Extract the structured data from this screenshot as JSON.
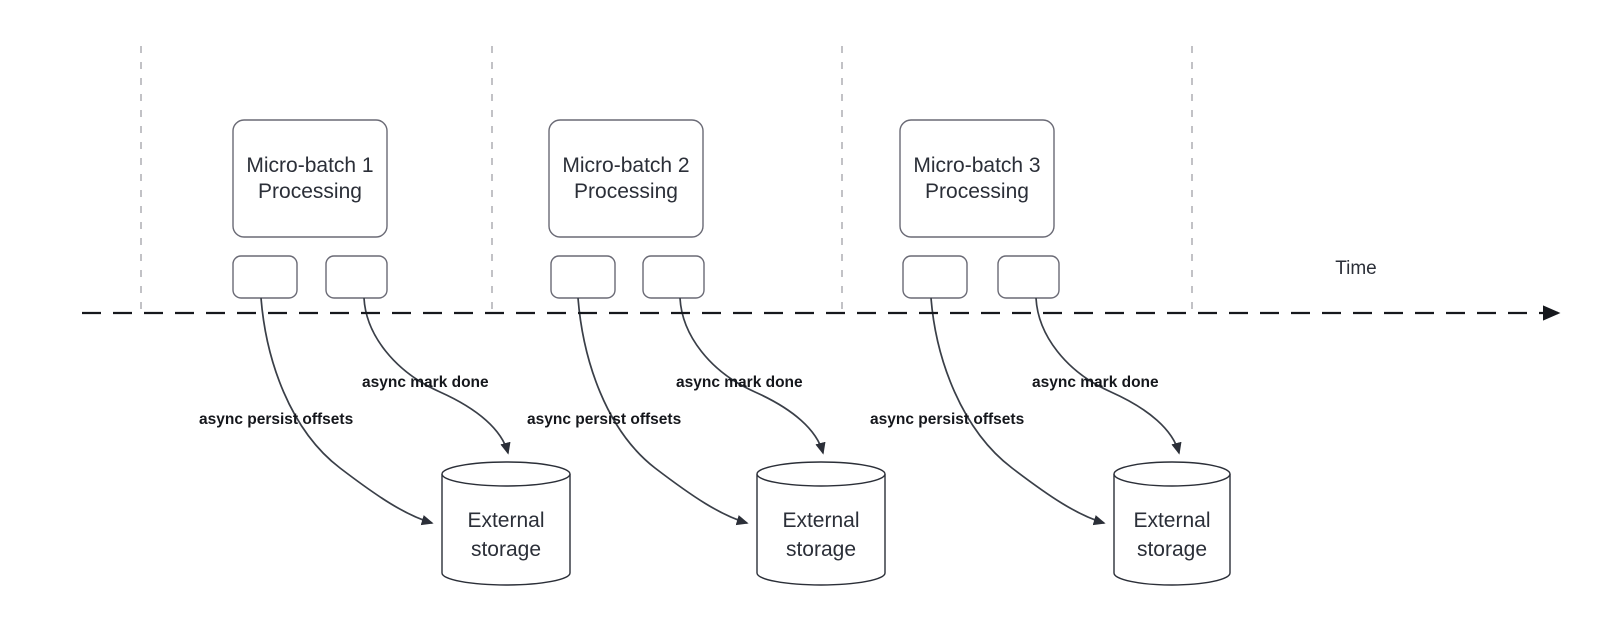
{
  "diagram": {
    "title_visible": false,
    "colors": {
      "background": "#ffffff",
      "node_stroke": "#6a6a75",
      "cylinder_stroke": "#2b2f38",
      "separator_stroke": "#b3b3b8",
      "timeline_stroke": "#16181d",
      "curve_stroke": "#3a3f48",
      "text": "#2b2f38",
      "label_text": "#15171c"
    },
    "timeline": {
      "axis_label": "Time",
      "style": "dashed-arrow-right"
    },
    "groups": [
      {
        "id": "micro-batch-1",
        "process_label_line1": "Micro-batch 1",
        "process_label_line2": "Processing",
        "task_boxes": [
          "",
          ""
        ],
        "storage_label_line1": "External",
        "storage_label_line2": "storage",
        "edge_persist_label": "async persist offsets",
        "edge_mark_label": "async mark done"
      },
      {
        "id": "micro-batch-2",
        "process_label_line1": "Micro-batch 2",
        "process_label_line2": "Processing",
        "task_boxes": [
          "",
          ""
        ],
        "storage_label_line1": "External",
        "storage_label_line2": "storage",
        "edge_persist_label": "async persist offsets",
        "edge_mark_label": "async mark done"
      },
      {
        "id": "micro-batch-3",
        "process_label_line1": "Micro-batch 3",
        "process_label_line2": "Processing",
        "task_boxes": [
          "",
          ""
        ],
        "storage_label_line1": "External",
        "storage_label_line2": "storage",
        "edge_persist_label": "async persist offsets",
        "edge_mark_label": "async mark done"
      }
    ]
  }
}
